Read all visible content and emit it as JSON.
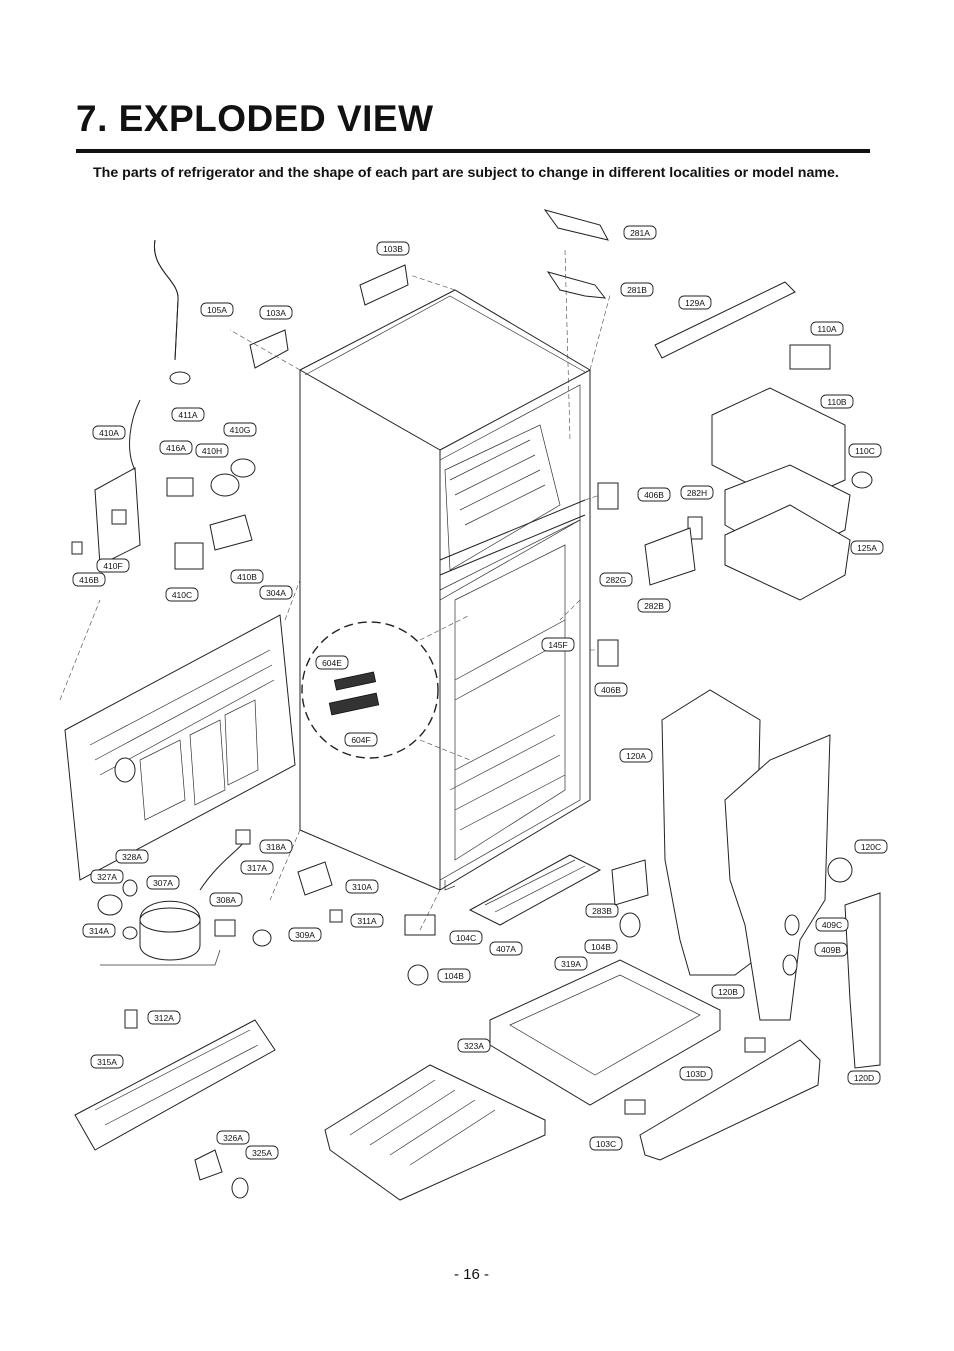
{
  "heading": {
    "title": "7. EXPLODED VIEW",
    "subtitle": "The parts of refrigerator and the shape of each part are subject to change in different localities or model name."
  },
  "page_number": "- 16 -",
  "part_labels": [
    "103B",
    "281A",
    "281B",
    "105A",
    "103A",
    "129A",
    "110A",
    "110B",
    "411A",
    "410A",
    "416A",
    "410G",
    "410H",
    "110C",
    "406B",
    "282H",
    "125A",
    "410F",
    "416B",
    "410C",
    "410B",
    "282G",
    "282B",
    "304A",
    "604E",
    "145F",
    "604F",
    "406B",
    "120A",
    "318A",
    "328A",
    "317A",
    "327A",
    "307A",
    "310A",
    "308A",
    "311A",
    "314A",
    "309A",
    "120C",
    "283B",
    "104C",
    "407A",
    "104B",
    "104B",
    "409C",
    "409B",
    "319A",
    "120B",
    "312A",
    "315A",
    "323A",
    "103D",
    "120D",
    "326A",
    "325A",
    "103C"
  ]
}
